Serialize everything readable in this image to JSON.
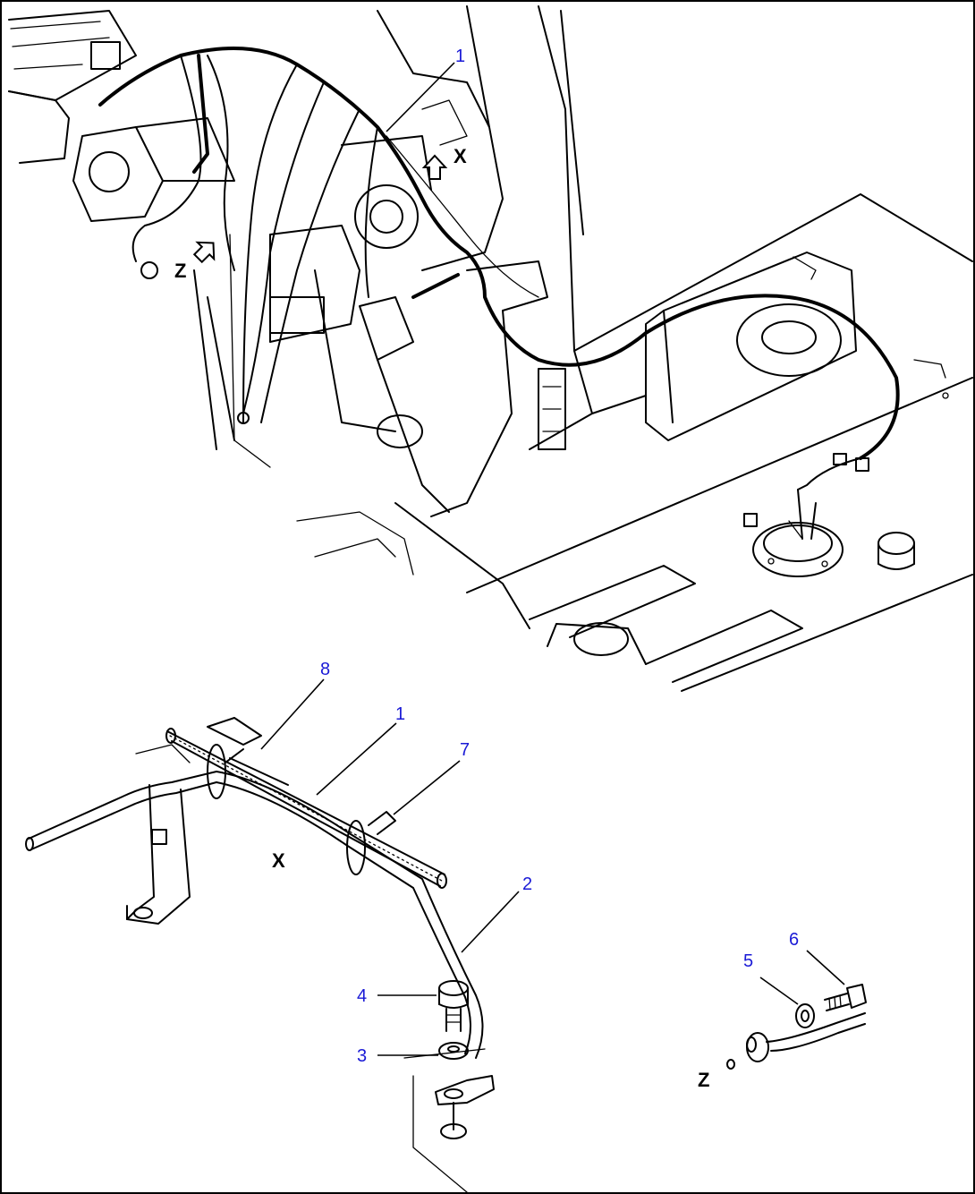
{
  "diagram": {
    "callouts": [
      {
        "id": "c1-top",
        "label": "1"
      },
      {
        "id": "c8",
        "label": "8"
      },
      {
        "id": "c1-lower",
        "label": "1"
      },
      {
        "id": "c7",
        "label": "7"
      },
      {
        "id": "c2",
        "label": "2"
      },
      {
        "id": "c4",
        "label": "4"
      },
      {
        "id": "c3",
        "label": "3"
      },
      {
        "id": "c5",
        "label": "5"
      },
      {
        "id": "c6",
        "label": "6"
      }
    ],
    "view_markers": {
      "x_top": "X",
      "z_top": "Z",
      "x_detail": "X",
      "z_detail": "Z"
    },
    "colors": {
      "callout": "#1a1ad6",
      "line": "#000000",
      "background": "#ffffff"
    }
  }
}
